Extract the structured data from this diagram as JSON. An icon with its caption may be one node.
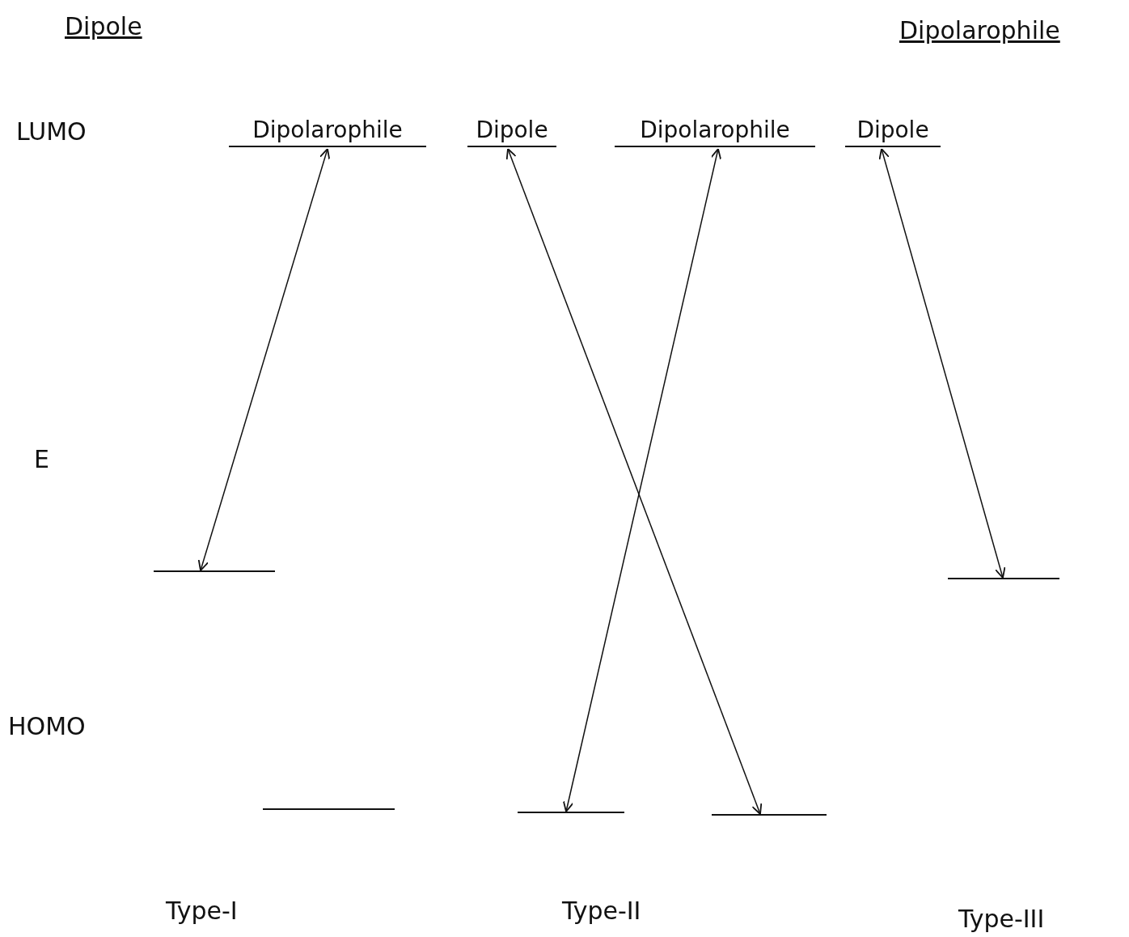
{
  "diagram": {
    "nodes": [
      {
        "text": [
          "Dipolarophile"
        ]
      },
      {
        "text": [
          "Dipole"
        ]
      },
      {
        "text": [
          "Dipolarophile"
        ]
      },
      {
        "text": [
          "Dipole"
        ]
      },
      {
        "text": [],
        "shape": "bar"
      },
      {
        "text": [],
        "shape": "bar"
      },
      {
        "text": [],
        "shape": "bar"
      },
      {
        "text": [],
        "shape": "bar"
      },
      {
        "text": [],
        "shape": "bar"
      }
    ],
    "edges": [
      {
        "from": 0,
        "to": 4,
        "arrow": "both"
      },
      {
        "from": 1,
        "to": 7,
        "arrow": "both"
      },
      {
        "from": 2,
        "to": 6,
        "arrow": "both"
      },
      {
        "from": 3,
        "to": 8,
        "arrow": "both"
      }
    ],
    "labels": [
      "Dipole",
      "Dipolarophile",
      "LUMO",
      "E",
      "HOMO",
      "Type-I",
      "Type-II",
      "Type-III"
    ]
  }
}
